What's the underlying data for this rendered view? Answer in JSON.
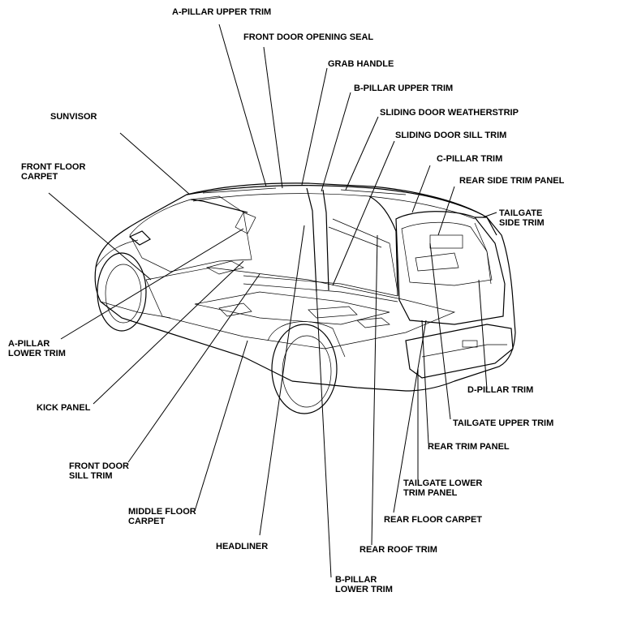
{
  "labels": {
    "a_pillar_upper_trim": "A-PILLAR UPPER TRIM",
    "front_door_opening_seal": "FRONT DOOR OPENING SEAL",
    "grab_handle": "GRAB HANDLE",
    "b_pillar_upper_trim": "B-PILLAR UPPER TRIM",
    "sliding_door_weatherstrip": "SLIDING DOOR WEATHERSTRIP",
    "sliding_door_sill_trim": "SLIDING DOOR SILL TRIM",
    "sunvisor": "SUNVISOR",
    "c_pillar_trim": "C-PILLAR TRIM",
    "rear_side_trim_panel": "REAR SIDE TRIM PANEL",
    "front_floor_carpet": "FRONT FLOOR\nCARPET",
    "tailgate_side_trim": "TAILGATE\nSIDE TRIM",
    "a_pillar_lower_trim": "A-PILLAR\nLOWER TRIM",
    "d_pillar_trim": "D-PILLAR TRIM",
    "kick_panel": "KICK PANEL",
    "tailgate_upper_trim": "TAILGATE UPPER TRIM",
    "rear_trim_panel": "REAR TRIM PANEL",
    "front_door_sill_trim": "FRONT DOOR\nSILL TRIM",
    "tailgate_lower_trim_panel": "TAILGATE LOWER\nTRIM PANEL",
    "middle_floor_carpet": "MIDDLE FLOOR\nCARPET",
    "rear_floor_carpet": "REAR FLOOR CARPET",
    "headliner": "HEADLINER",
    "rear_roof_trim": "REAR ROOF TRIM",
    "b_pillar_lower_trim": "B-PILLAR\nLOWER TRIM"
  }
}
